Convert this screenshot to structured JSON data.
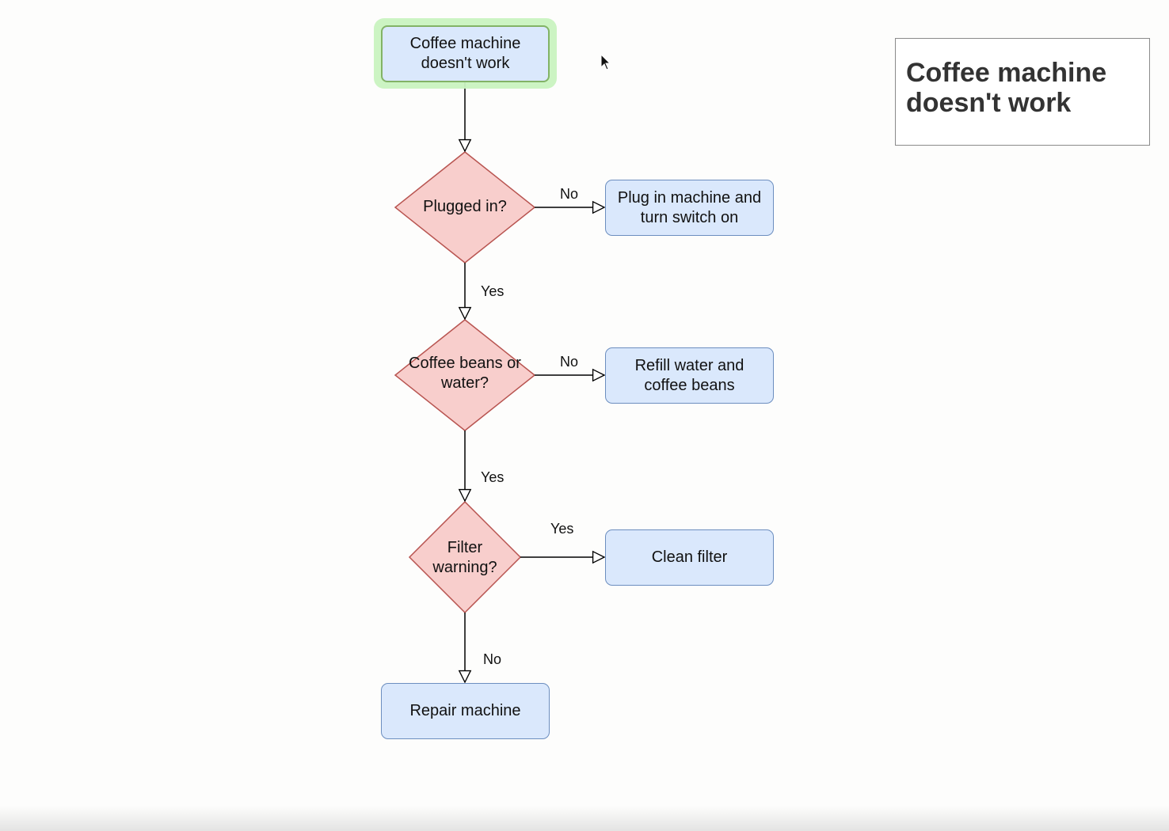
{
  "colors": {
    "process_fill": "#dae8fc",
    "process_stroke": "#6c8ebf",
    "decision_fill": "#f8cecc",
    "decision_stroke": "#b85450",
    "start_stroke": "#82b366",
    "selection_halo": "#c9f3c0",
    "edge": "#000000"
  },
  "nodes": {
    "start": {
      "label": "Coffee machine\ndoesn't work"
    },
    "plugged": {
      "label": "Plugged in?"
    },
    "beans": {
      "label": "Coffee beans or\nwater?"
    },
    "filter": {
      "label": "Filter\nwarning?"
    },
    "plug_in": {
      "label": "Plug in machine and\nturn switch on"
    },
    "refill": {
      "label": "Refill water and\ncoffee beans"
    },
    "clean": {
      "label": "Clean filter"
    },
    "repair": {
      "label": "Repair machine"
    }
  },
  "edges": {
    "plugged_no": "No",
    "plugged_yes": "Yes",
    "beans_no": "No",
    "beans_yes": "Yes",
    "filter_yes": "Yes",
    "filter_no": "No"
  },
  "title_card": {
    "text": "Coffee machine\ndoesn't work"
  },
  "icons": {
    "cursor": "mouse-pointer-icon"
  }
}
